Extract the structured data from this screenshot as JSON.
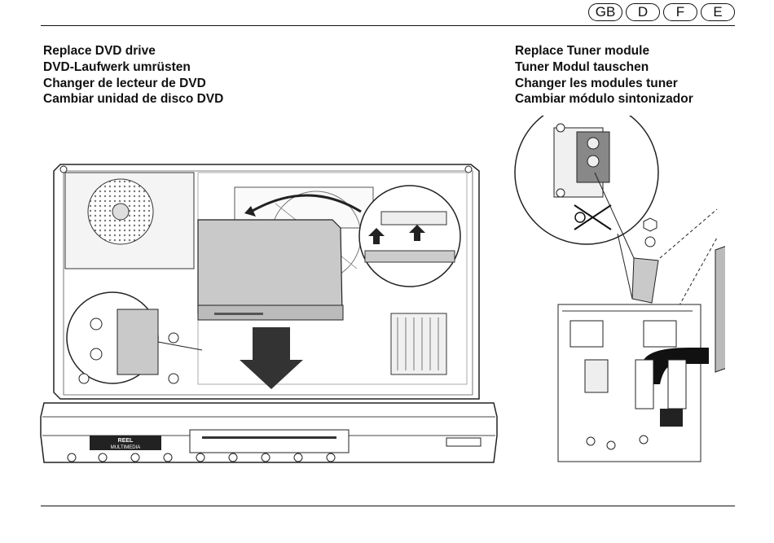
{
  "languages": [
    "GB",
    "D",
    "F",
    "E"
  ],
  "active_language": "GB",
  "left_section": {
    "lines": [
      "Replace DVD drive",
      "DVD-Laufwerk umrüsten",
      "Changer de lecteur de DVD",
      "Cambiar unidad de disco DVD"
    ]
  },
  "right_section": {
    "lines": [
      "Replace Tuner module",
      "Tuner Modul tauschen",
      "Changer les modules tuner",
      "Cambiar módulo sintonizador"
    ]
  },
  "device_logo": [
    "REEL",
    "MULTIMEDIA"
  ]
}
